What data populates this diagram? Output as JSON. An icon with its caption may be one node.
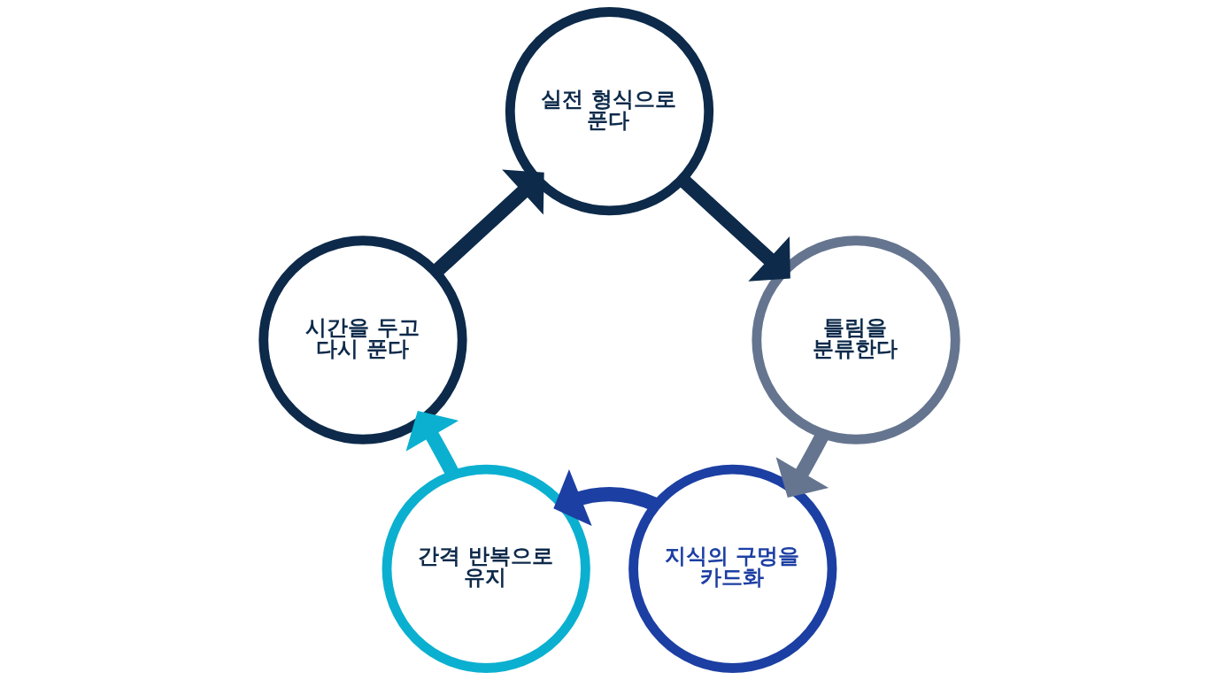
{
  "diagram": {
    "nodes": [
      {
        "text": [
          "실전 형식으로 푼다"
        ]
      },
      {
        "text": [
          "틀림을 분류한다"
        ]
      },
      {
        "text": [
          "지식의 구멍을 카드화"
        ]
      },
      {
        "text": [
          "간격 반복으로 유지"
        ]
      },
      {
        "text": [
          "시간을 두고 다시 푼다"
        ]
      }
    ],
    "edges": [
      {
        "from": 0,
        "to": 1,
        "arrow": "to"
      },
      {
        "from": 1,
        "to": 2,
        "arrow": "to",
        "color": "#65758f"
      },
      {
        "from": 2,
        "to": 3,
        "arrow": "to",
        "color": "#1c3fa3"
      },
      {
        "from": 3,
        "to": 4,
        "arrow": "to",
        "color": "#0bb0d0"
      },
      {
        "from": 4,
        "to": 0,
        "arrow": "to"
      }
    ]
  }
}
